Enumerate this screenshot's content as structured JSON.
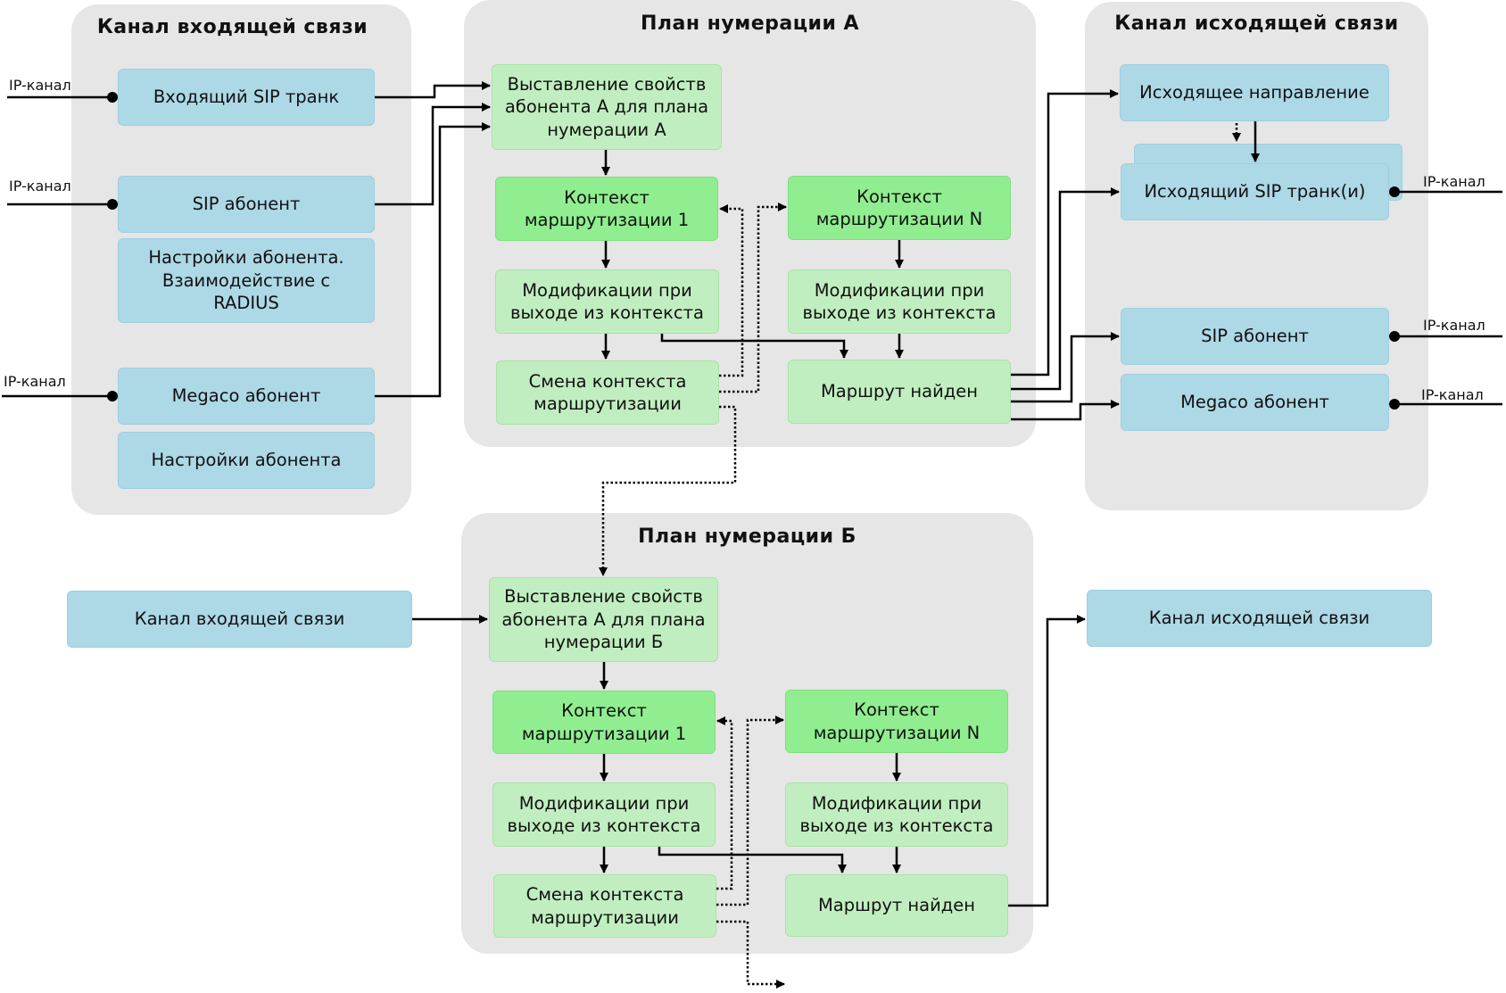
{
  "panels": {
    "incoming_title": "Канал входящей связи",
    "plan_a_title": "План нумерации А",
    "outgoing_title": "Канал исходящей связи",
    "plan_b_title": "План нумерации Б"
  },
  "incoming": {
    "sip_trunk": "Входящий SIP транк",
    "sip_subscriber": "SIP абонент",
    "subscriber_settings_radius": "Настройки абонента. Взаимодействие с RADIUS",
    "megaco_subscriber": "Megaco абонент",
    "subscriber_settings": "Настройки абонента"
  },
  "plan_a": {
    "set_props": "Выставление свойств абонента А для плана нумерации А",
    "context_1": "Контекст маршрутизации 1",
    "context_n": "Контекст маршрутизации N",
    "mods_1": "Модификации при выходе из контекста",
    "mods_n": "Модификации при выходе из контекста",
    "change_context": "Смена контекста маршрутизации",
    "route_found": "Маршрут найден"
  },
  "outgoing": {
    "direction": "Исходящее направление",
    "sip_trunks": "Исходящий SIP транк(и)",
    "sip_subscriber": "SIP абонент",
    "megaco_subscriber": "Megaco абонент"
  },
  "plan_b": {
    "incoming_channel": "Канал входящей связи",
    "outgoing_channel": "Канал исходящей связи",
    "set_props": "Выставление свойств абонента А для плана нумерации Б",
    "context_1": "Контекст маршрутизации 1",
    "context_n": "Контекст маршрутизации N",
    "mods_1": "Модификации при выходе из контекста",
    "mods_n": "Модификации при выходе из контекста",
    "change_context": "Смена контекста маршрутизации",
    "route_found": "Маршрут найден"
  },
  "ip_labels": {
    "in_1": "IP-канал",
    "in_2": "IP-канал",
    "in_3": "IP-канал",
    "out_1": "IP-канал",
    "out_2": "IP-канал",
    "out_3": "IP-канал"
  },
  "colors": {
    "panel": "#e6e6e6",
    "channel_box": "#add8e6",
    "step_box": "#c1eec0",
    "context_box": "#90ee90",
    "wire": "#000000"
  }
}
